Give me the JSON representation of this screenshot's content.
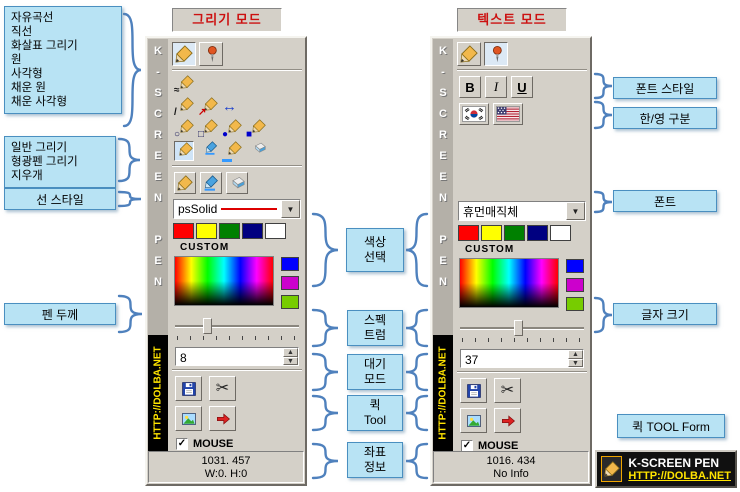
{
  "titles": {
    "draw_mode": "그리기 모드",
    "text_mode": "텍스트 모드"
  },
  "callouts": {
    "shape_tools": [
      "자유곡선",
      "직선",
      "화살표 그리기",
      "원",
      "사각형",
      "채운 원",
      "채운 사각형"
    ],
    "pen_modes": [
      "일반 그리기",
      "형광펜 그리기",
      "지우개"
    ],
    "line_style": "선 스타일",
    "pen_width": "펜 두께",
    "color_select": [
      "색상",
      "선택"
    ],
    "spectrum": [
      "스펙",
      "트럼"
    ],
    "standby_mode": [
      "대기",
      "모드"
    ],
    "quick_tool": [
      "퀵",
      "Tool"
    ],
    "coord_info": [
      "좌표",
      "정보"
    ],
    "font_style": "폰트 스타일",
    "lang_switch": "한/영 구분",
    "font": "폰트",
    "font_size": "글자 크기",
    "quick_tool_form": "퀵 TOOL Form"
  },
  "left_panel": {
    "side_title": "K-SCREEN PEN",
    "side_url": "HTTP://DOLBA.NET",
    "line_style_value": "psSolid",
    "custom_label": "CUSTOM",
    "pen_width_value": "8",
    "mouse_label": "MOUSE",
    "status_coords": "1031. 457",
    "status_info": "W:0. H:0"
  },
  "right_panel": {
    "side_title": "K-SCREEN PEN",
    "side_url": "HTTP://DOLBA.NET",
    "bold_label": "B",
    "italic_label": "I",
    "underline_label": "U",
    "font_value": "휴먼매직체",
    "custom_label": "CUSTOM",
    "font_size_value": "37",
    "mouse_label": "MOUSE",
    "status_coords": "1016. 434",
    "status_info": "No Info"
  },
  "quick_form": {
    "title": "K-SCREEN PEN",
    "url": "HTTP://DOLBA.NET"
  },
  "icons": {
    "scissors": "✂",
    "check": "✓",
    "dropdown_arrow": "▼",
    "spin_up": "▲",
    "spin_down": "▼",
    "double_arrow": "↔",
    "curve_mark": "≈",
    "line_mark": "/",
    "arrow_mark": "↗",
    "circle_mark": "○",
    "rect_mark": "□",
    "filled_circle_mark": "●",
    "filled_rect_mark": "■"
  },
  "colors": {
    "accent_blue": "#4f81bd",
    "callout_bg": "#b8e3f4",
    "panel_bg": "#d4d0c8",
    "title_red": "#cc1111",
    "url_yellow": "#ffe400",
    "palette": [
      "#ff0000",
      "#ffff00",
      "#008000",
      "#000080",
      "#ffffff"
    ],
    "side_swatches": [
      "#0000ff",
      "#cc00cc",
      "#77cc00"
    ]
  }
}
